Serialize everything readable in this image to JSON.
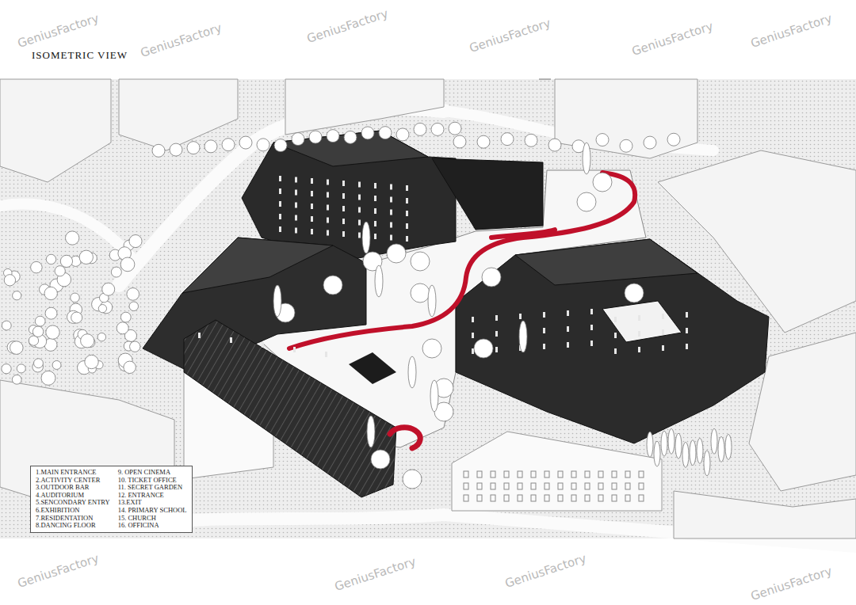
{
  "diagram": {
    "title": "ISOMETRIC VIEW",
    "labels": [
      "GeniusFactory",
      "GeniusFactory",
      "GeniusFactory",
      "GeniusFactory",
      "GeniusFactory",
      "GeniusFactory",
      "GeniusFactory",
      "GeniusFactory",
      "GeniusFactory",
      "GeniusFactory"
    ],
    "legend": [
      {
        "text": "1.MAIN ENTRANCE"
      },
      {
        "text": "2.ACTIVITY CENTER"
      },
      {
        "text": "3.OUTDOOR BAR"
      },
      {
        "text": "4.AUDITORIUM"
      },
      {
        "text": "5.SENCONDARY ENTRY"
      },
      {
        "text": "6.EXHIBITION"
      },
      {
        "text": "7.RESIDENTATION"
      },
      {
        "text": "8.DANCING FLOOR"
      },
      {
        "text": "9. OPEN CINEMA"
      },
      {
        "text": "10. TICKET OFFICE"
      },
      {
        "text": "11. SECRET GARDEN"
      },
      {
        "text": "12. ENTRANCE"
      },
      {
        "text": "13.EXIT"
      },
      {
        "text": "14. PRIMARY SCHOOL"
      },
      {
        "text": "15. CHURCH"
      },
      {
        "text": "16. OFFICINA"
      }
    ]
  }
}
